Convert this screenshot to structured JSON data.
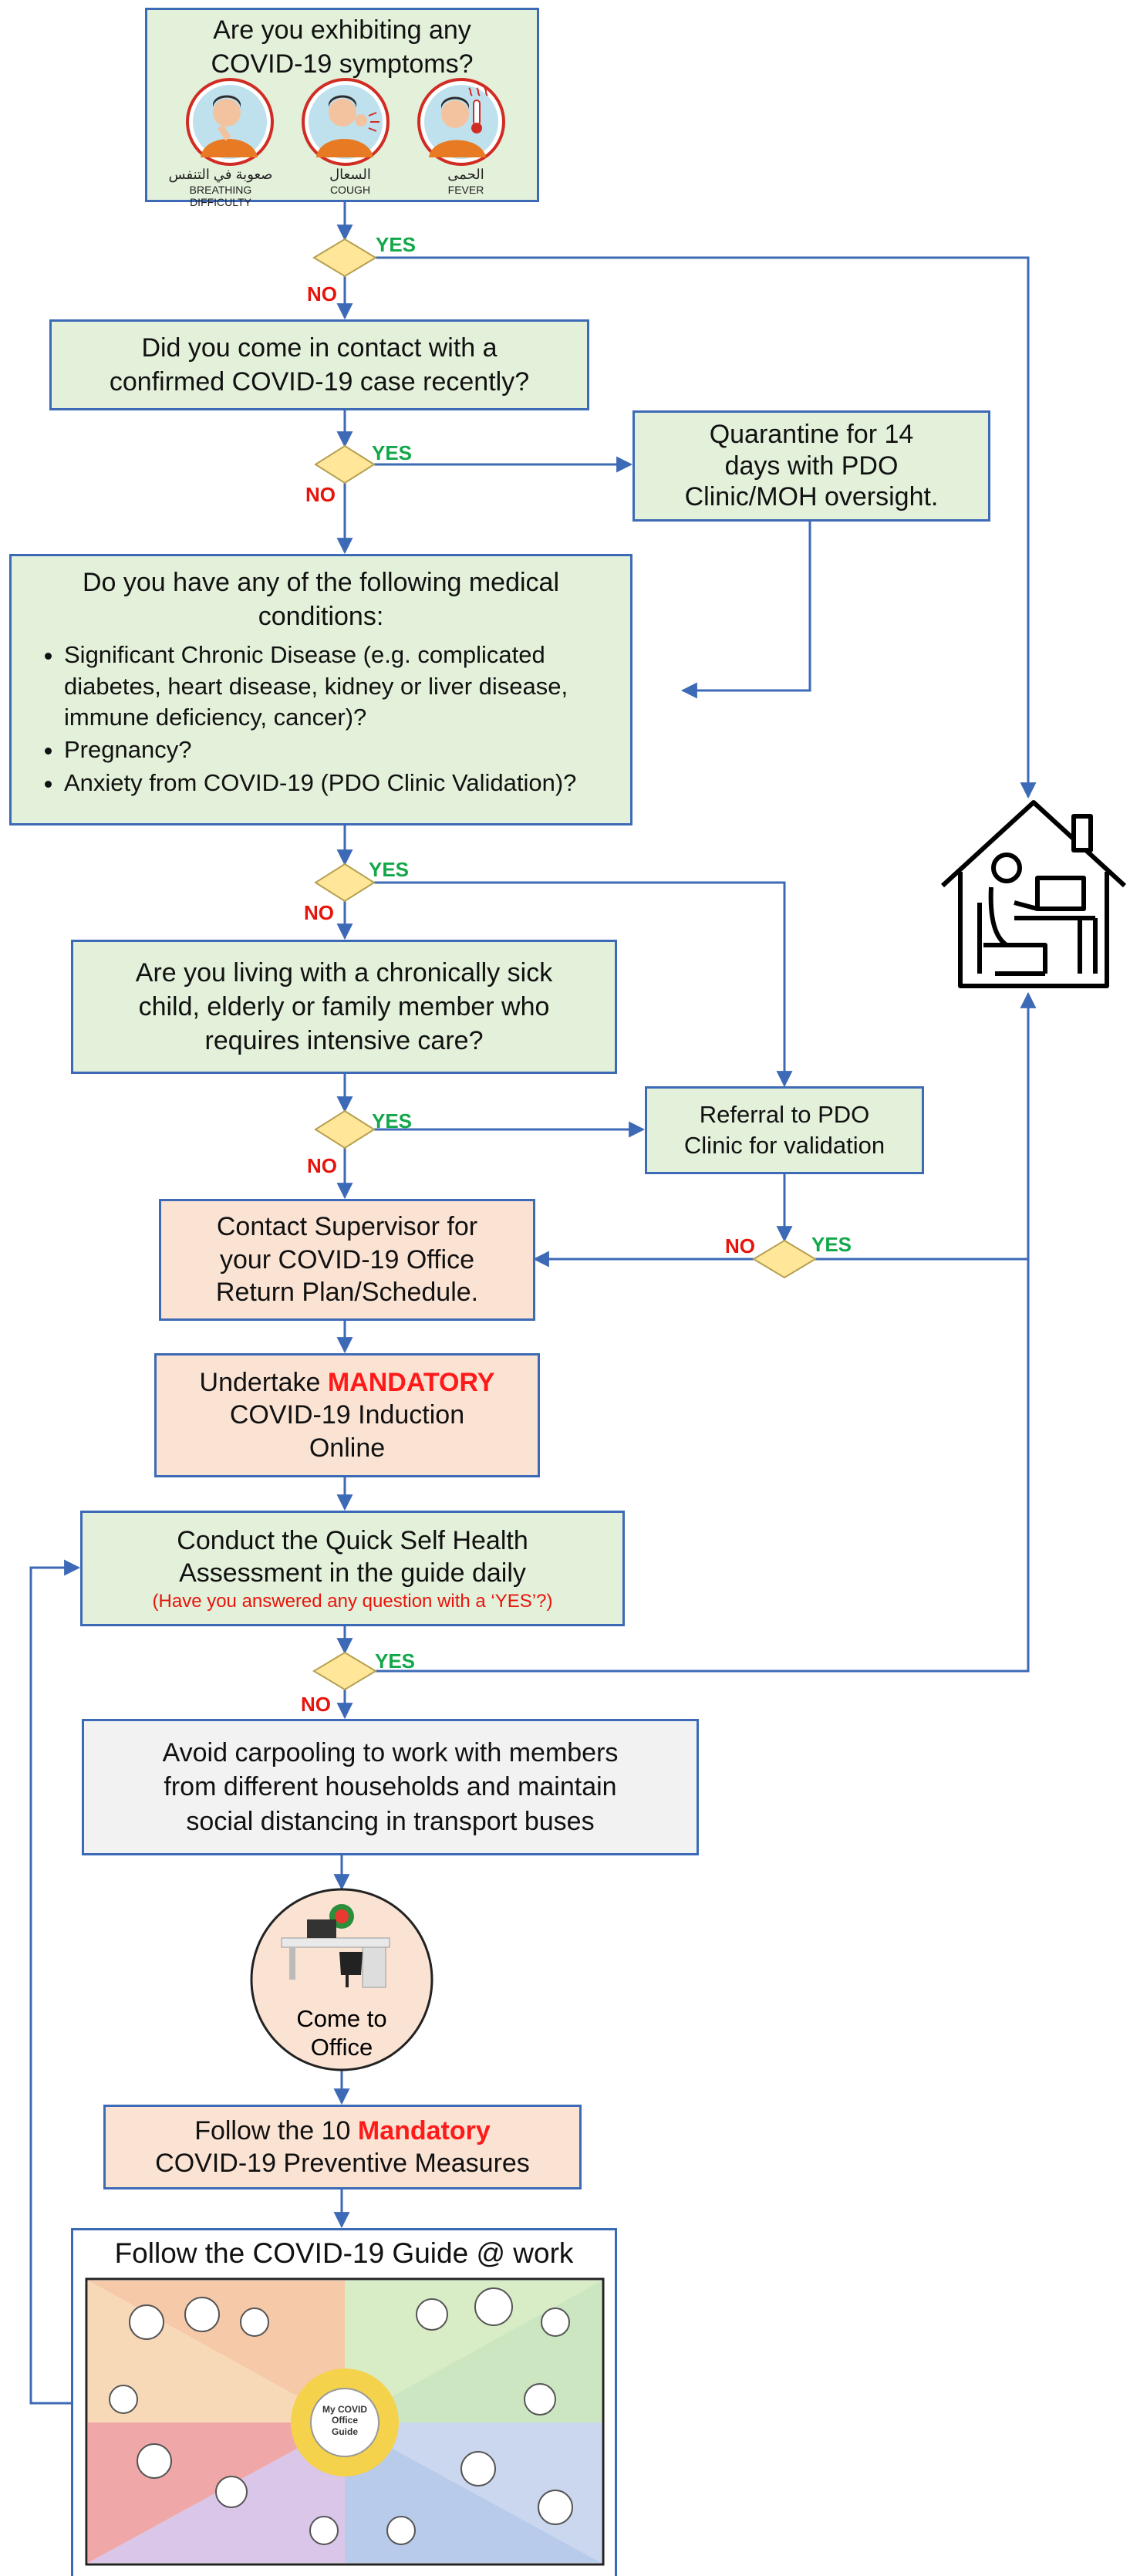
{
  "q1": {
    "line1": "Are you exhibiting any",
    "line2": "COVID-19 symptoms?"
  },
  "symptoms": [
    {
      "icon": "breathing-difficulty-icon",
      "ar": "صعوبة في التنفس",
      "en": "BREATHING DIFFICULTY"
    },
    {
      "icon": "cough-icon",
      "ar": "السعال",
      "en": "COUGH"
    },
    {
      "icon": "fever-icon",
      "ar": "الحمى",
      "en": "FEVER"
    }
  ],
  "q2": {
    "line1": "Did you come in contact with a",
    "line2": "confirmed COVID-19 case recently?"
  },
  "quarantine": {
    "line1": "Quarantine for 14",
    "line2": "days with PDO",
    "line3": "Clinic/MOH oversight."
  },
  "q3": {
    "line1": "Do you have any of the following medical",
    "line2": "conditions:",
    "bullets": [
      "Significant Chronic Disease (e.g. complicated diabetes, heart disease, kidney or liver disease, immune deficiency, cancer)?",
      "Pregnancy?",
      "Anxiety from COVID-19 (PDO Clinic Validation)?"
    ]
  },
  "q4": {
    "line1": "Are you living with a chronically sick",
    "line2": "child, elderly or family member who",
    "line3": "requires intensive care?"
  },
  "referral": {
    "line1": "Referral to PDO",
    "line2": "Clinic for validation"
  },
  "supervisor": {
    "line1": "Contact Supervisor for",
    "line2": "your COVID-19 Office",
    "line3": "Return Plan/Schedule."
  },
  "induction": {
    "prefix": "Undertake ",
    "emph": "MANDATORY",
    "line2": "COVID-19 Induction",
    "line3": "Online"
  },
  "assessment": {
    "line1": "Conduct the Quick Self Health",
    "line2": "Assessment in the guide daily",
    "note": "(Have you answered any question with a ‘YES’?)"
  },
  "carpool": {
    "line1": "Avoid carpooling to work with members",
    "line2": "from different households and maintain",
    "line3": "social distancing in transport buses"
  },
  "office": {
    "line1": "Come to",
    "line2": "Office"
  },
  "measures": {
    "prefix": "Follow the 10 ",
    "emph": "Mandatory",
    "line2": "COVID-19 Preventive Measures"
  },
  "guide": {
    "title": "Follow the COVID-19 Guide @ work",
    "center": "My COVID Office Guide"
  },
  "labels": {
    "yes": "YES",
    "no": "NO"
  },
  "colors": {
    "border": "#3d6ab6",
    "green": "#e3f0da",
    "peach": "#fbe3d4",
    "grey": "#f2f2f2",
    "diamond": "#ffe699",
    "yes": "#12a84a",
    "no": "#e8140b"
  }
}
